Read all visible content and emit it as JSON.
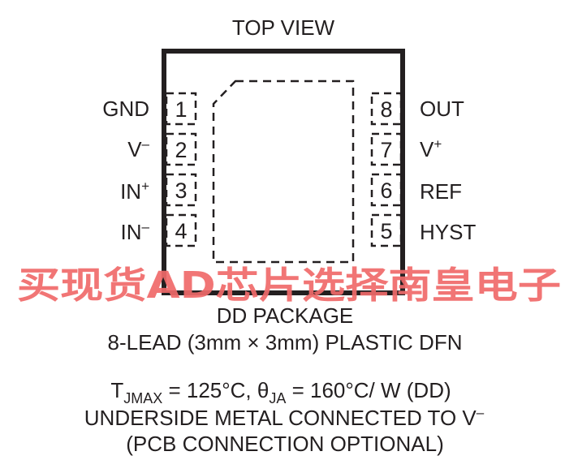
{
  "view_title": "TOP VIEW",
  "pins_left": [
    {
      "number": "1",
      "name": "GND",
      "sup": ""
    },
    {
      "number": "2",
      "name": "V",
      "sup": "–"
    },
    {
      "number": "3",
      "name": "IN",
      "sup": "+"
    },
    {
      "number": "4",
      "name": "IN",
      "sup": "–"
    }
  ],
  "pins_right": [
    {
      "number": "8",
      "name": "OUT",
      "sup": ""
    },
    {
      "number": "7",
      "name": "V",
      "sup": "+"
    },
    {
      "number": "6",
      "name": "REF",
      "sup": ""
    },
    {
      "number": "5",
      "name": "HYST",
      "sup": ""
    }
  ],
  "watermark": "买现货AD芯片选择南皇电子",
  "package": {
    "name": "DD PACKAGE",
    "description": "8-LEAD (3mm × 3mm) PLASTIC DFN"
  },
  "thermal": {
    "tj_symbol": "T",
    "tj_sub": "JMAX",
    "tj_value": " = 125°C, ",
    "theta_symbol": "θ",
    "theta_sub": "JA",
    "theta_value": " = 160°C/ W (DD)"
  },
  "notes": {
    "line1_main": "UNDERSIDE METAL CONNECTED TO V",
    "line1_sup": "–",
    "line2": "(PCB CONNECTION OPTIONAL)"
  }
}
